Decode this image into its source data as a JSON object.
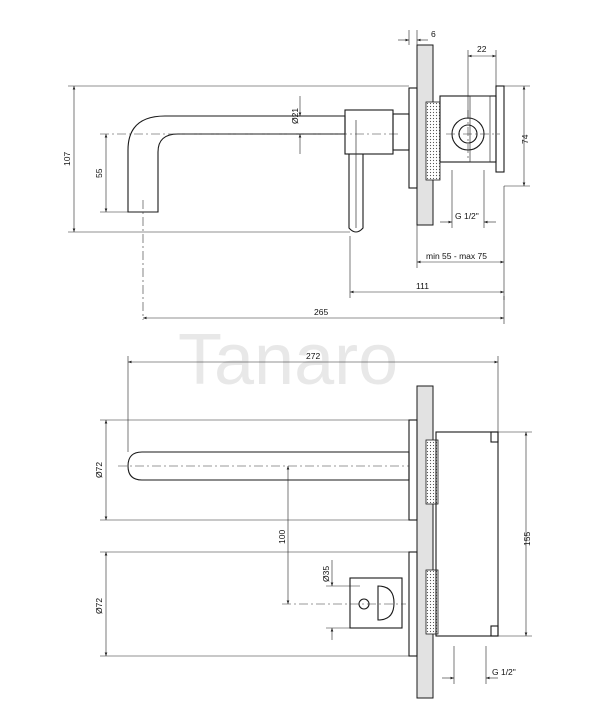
{
  "watermark": "Tanaro",
  "dimensions": {
    "wall_thickness": "6",
    "box_offset": "22",
    "box_height": "74",
    "outlet_diameter": "Ø21",
    "total_height": "107",
    "spout_drop": "55",
    "thread_top": "G 1/2\"",
    "install_depth": "min 55 - max 75",
    "handle_distance": "111",
    "spout_length": "265",
    "overall_length": "272",
    "spout_rosette": "Ø72",
    "axis_distance": "100",
    "handle_diameter": "Ø35",
    "handle_rosette": "Ø72",
    "box_width": "155",
    "thread_bottom": "G 1/2\""
  }
}
